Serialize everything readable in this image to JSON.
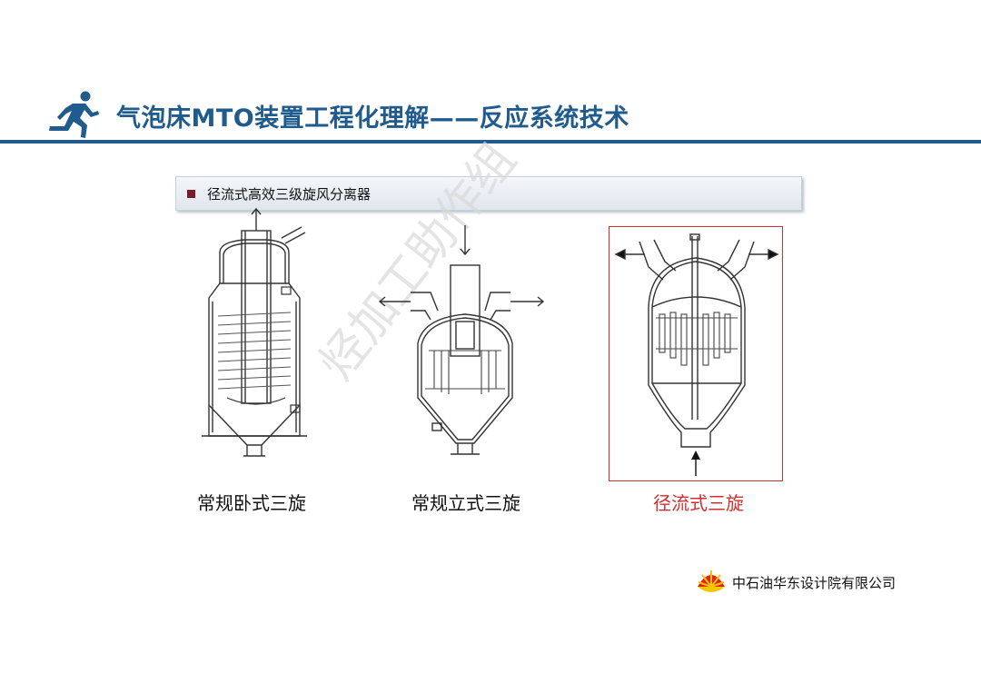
{
  "header": {
    "title": "气泡床MTO装置工程化理解——反应系统技术",
    "icon": "running-man-icon",
    "accent_color": "#1f5b8c"
  },
  "section": {
    "label": "径流式高效三级旋风分离器"
  },
  "diagrams": [
    {
      "caption": "常规卧式三旋",
      "caption_color": "#111111"
    },
    {
      "caption": "常规立式三旋",
      "caption_color": "#111111"
    },
    {
      "caption": "径流式三旋",
      "caption_color": "#d32f2f",
      "highlighted": true
    }
  ],
  "watermark": {
    "text": "烃加工助作组"
  },
  "footer": {
    "company": "中石油华东设计院有限公司",
    "logo": "cnpc-logo-icon"
  }
}
